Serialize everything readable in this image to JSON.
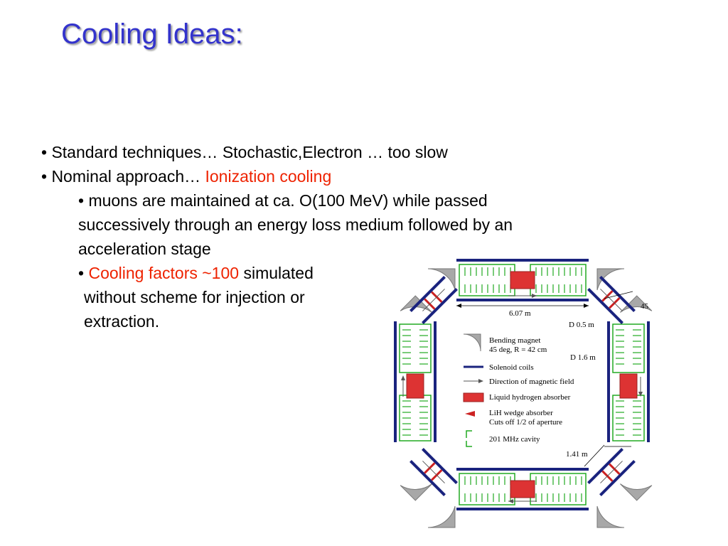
{
  "slide": {
    "title": "Cooling Ideas:",
    "bullets": {
      "b1": "• Standard techniques… Stochastic,Electron … too slow",
      "b2_prefix": "• Nominal approach… ",
      "b2_highlight": "Ionization cooling",
      "b3_line1": "• muons are maintained at ca. O(100 MeV) while passed",
      "b3_line2": "successively through an energy loss medium followed by an",
      "b3_line3": "acceleration stage",
      "b4_bullet": "• ",
      "b4_highlight": "Cooling factors ~100",
      "b4_line1_rest": " simulated",
      "b4_line2": "without scheme for injection or",
      "b4_line3": "extraction."
    }
  },
  "diagram": {
    "dim_top": "6.07 m",
    "dim_corner_top": "45",
    "dim_d05": "D 0.5 m",
    "dim_d16": "D 1.6 m",
    "dim_bottom_right": "1.41 m",
    "legend": {
      "bending_magnet_1": "Bending magnet",
      "bending_magnet_2": "45 deg, R = 42 cm",
      "solenoid": "Solenoid coils",
      "field": "Direction of magnetic field",
      "absorber": "Liquid hydrogen absorber",
      "wedge_1": "LiH wedge absorber",
      "wedge_2": "Cuts off 1/2 of aperture",
      "cavity": "201 MHz cavity"
    },
    "colors": {
      "solenoid": "#1a237e",
      "cavity": "#22aa22",
      "absorber": "#dd3333",
      "magnet": "#9e9e9e",
      "title": "#3333cc",
      "highlight": "#ee2200"
    }
  }
}
